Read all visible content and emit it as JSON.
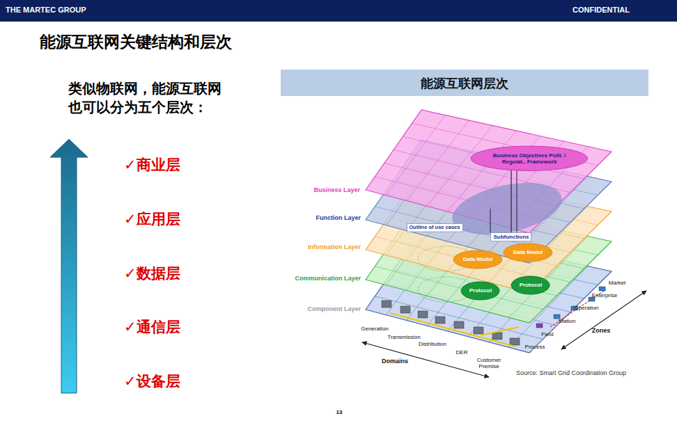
{
  "diagram": {
    "title": "能源互联网关键结构和层次",
    "nodes": [
      {
        "text": [
          "Business Objectives Polit. / Regulat.. Framework"
        ]
      },
      {
        "text": [
          "Outline of use cases"
        ]
      },
      {
        "text": [
          "Subfunctions"
        ]
      },
      {
        "text": [
          "Data Model"
        ]
      },
      {
        "text": [
          "Data Model"
        ]
      },
      {
        "text": [
          "Protocol"
        ]
      },
      {
        "text": [
          "Protocol"
        ]
      }
    ],
    "edges": [
      {
        "from": 2,
        "to": 0,
        "arrow": "none"
      }
    ],
    "labels": [
      "THE MARTEC GROUP",
      "CONFIDENTIAL",
      "类似物联网，能源互联网 也可以分为五个层次：",
      "✓商业层",
      "✓应用层",
      "✓数据层",
      "✓通信层",
      "✓设备层",
      "能源互联网层次",
      "Business Layer",
      "Function Layer",
      "Information Layer",
      "Communication Layer",
      "Component Layer",
      "Generation",
      "Transmission",
      "Distribution",
      "DER",
      "Customer Premise",
      "Domains",
      "Market",
      "Enterprise",
      "Operation",
      "Station",
      "Field",
      "Process",
      "Zones",
      "Source: Smart Grid Coordination Group",
      "13"
    ]
  }
}
